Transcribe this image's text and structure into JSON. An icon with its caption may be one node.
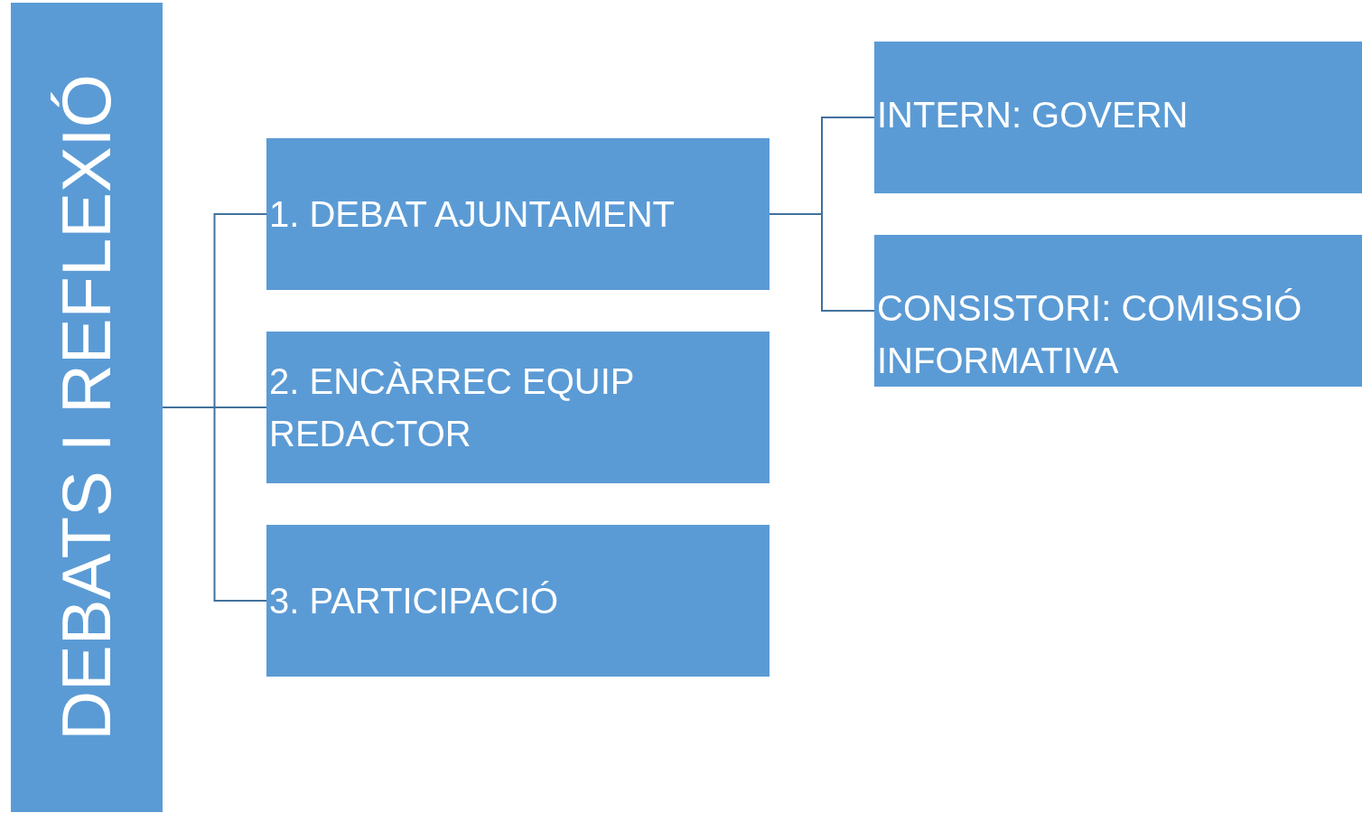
{
  "diagram": {
    "nodes": [
      {
        "text": [
          "DEBATS I REFLEXIÓ"
        ]
      },
      {
        "text": [
          "1. DEBAT AJUNTAMENT"
        ]
      },
      {
        "text": [
          "2. ENCÀRREC EQUIP REDACTOR"
        ]
      },
      {
        "text": [
          "3. PARTICIPACIÓ"
        ]
      },
      {
        "text": [
          "INTERN: GOVERN"
        ]
      },
      {
        "text": [
          "CONSISTORI: COMISSIÓ INFORMATIVA"
        ]
      }
    ],
    "edges": [
      {
        "from": 0,
        "to": 1,
        "arrow": "none"
      },
      {
        "from": 0,
        "to": 2,
        "arrow": "none"
      },
      {
        "from": 0,
        "to": 3,
        "arrow": "none"
      },
      {
        "from": 1,
        "to": 4,
        "arrow": "none"
      },
      {
        "from": 1,
        "to": 5,
        "arrow": "none"
      }
    ]
  }
}
